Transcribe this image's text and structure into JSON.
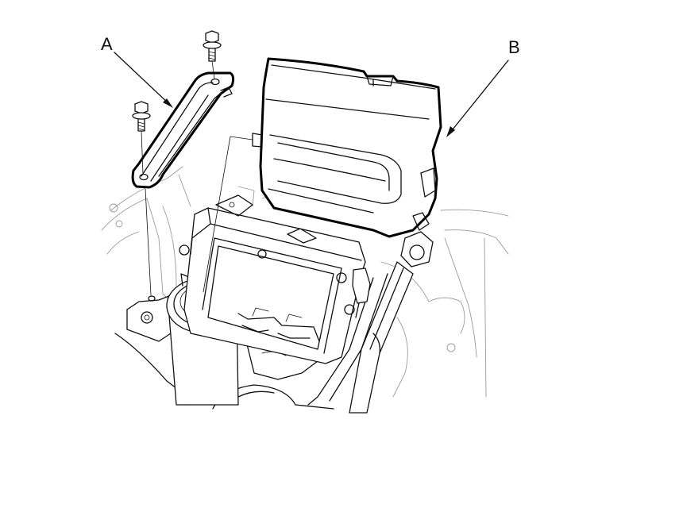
{
  "diagram": {
    "callouts": [
      {
        "id": "a",
        "text": "A"
      },
      {
        "id": "b",
        "text": "B"
      }
    ]
  }
}
